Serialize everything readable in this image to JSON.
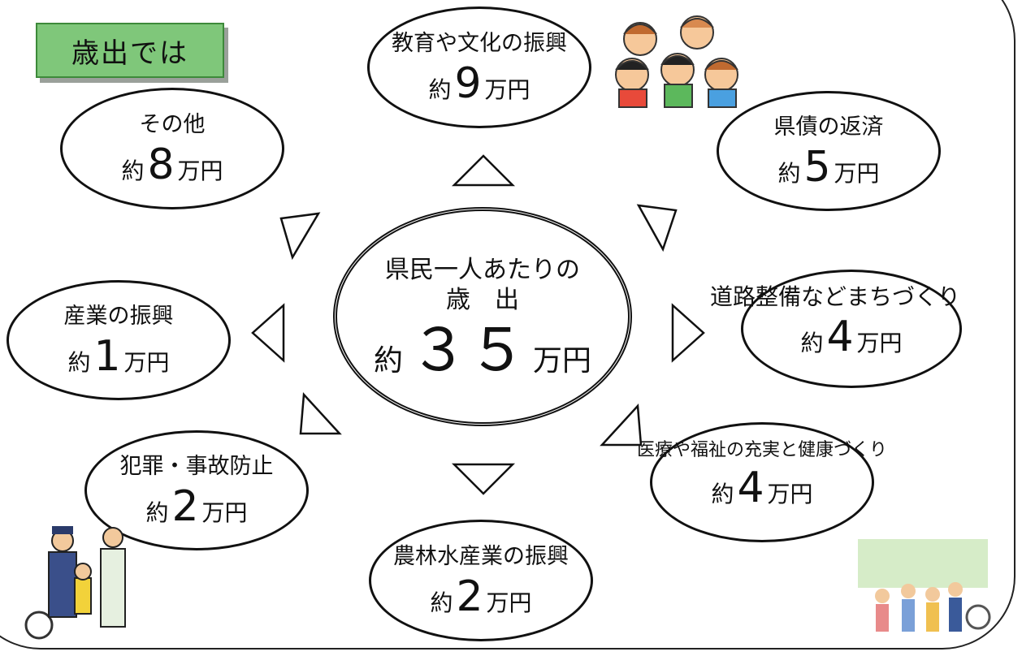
{
  "title": "歳出では",
  "center": {
    "label1": "県民一人あたりの",
    "label2": "歳　出",
    "prefix": "約",
    "amount": "３５",
    "unit": "万円"
  },
  "items": [
    {
      "label": "教育や文化の振興",
      "prefix": "約",
      "amount": "9",
      "unit": "万円"
    },
    {
      "label": "県債の返済",
      "prefix": "約",
      "amount": "5",
      "unit": "万円"
    },
    {
      "label": "道路整備などまちづくり",
      "prefix": "約",
      "amount": "4",
      "unit": "万円"
    },
    {
      "label": "医療や福祉の充実と健康づくり",
      "prefix": "約",
      "amount": "4",
      "unit": "万円"
    },
    {
      "label": "農林水産業の振興",
      "prefix": "約",
      "amount": "2",
      "unit": "万円"
    },
    {
      "label": "犯罪・事故防止",
      "prefix": "約",
      "amount": "2",
      "unit": "万円"
    },
    {
      "label": "産業の振興",
      "prefix": "約",
      "amount": "1",
      "unit": "万円"
    },
    {
      "label": "その他",
      "prefix": "約",
      "amount": "8",
      "unit": "万円"
    }
  ],
  "colors": {
    "title_bg": "#7fc77a",
    "line": "#111111"
  },
  "illustrations": [
    "children-illustration",
    "police-family-illustration",
    "community-people-illustration"
  ]
}
